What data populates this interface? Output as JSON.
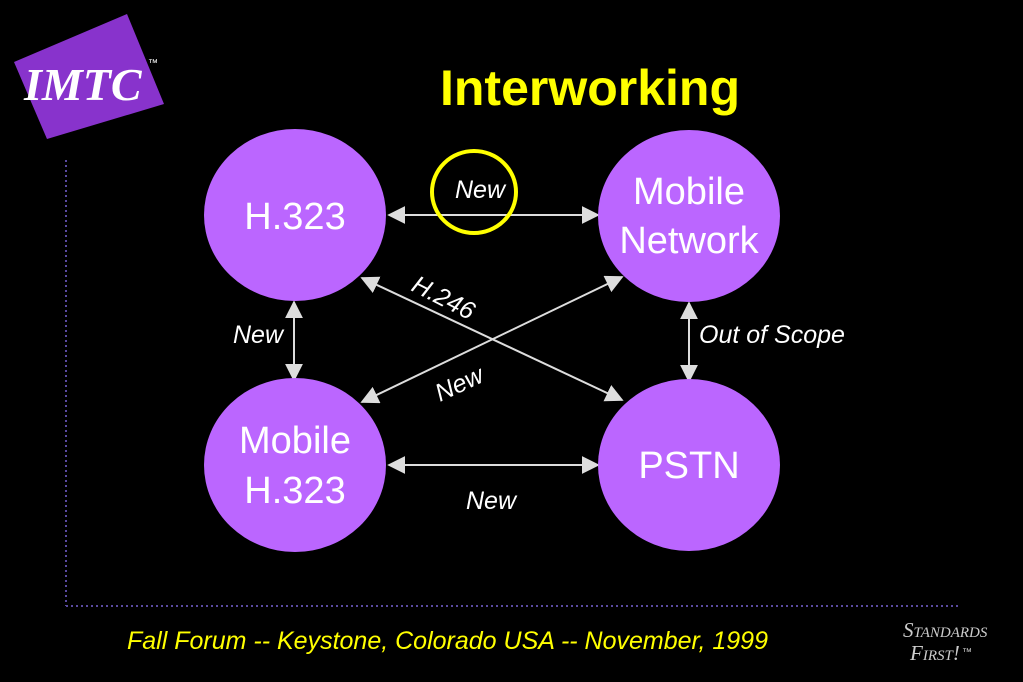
{
  "slide": {
    "title": "Interworking",
    "footer": "Fall Forum -- Keystone, Colorado USA -- November, 1999"
  },
  "logo": {
    "text": "IMTC",
    "tm": "™"
  },
  "badge": {
    "line1": "Standards",
    "line2": "First!",
    "tm": "™"
  },
  "nodes": {
    "h323": "H.323",
    "mobile_network": [
      "Mobile",
      "Network"
    ],
    "mobile_h323": [
      "Mobile",
      "H.323"
    ],
    "pstn": "PSTN"
  },
  "links": {
    "top": "New",
    "left": "New",
    "right": "Out of Scope",
    "diag_main": "H.246",
    "diag_secondary": "New",
    "bottom": "New"
  },
  "colors": {
    "background": "#000000",
    "node_fill": "#bb66ff",
    "node_text": "#ffffff",
    "title": "#ffff00",
    "footer": "#ffff00",
    "highlight_ring": "#ffff00",
    "arrow": "#dddddd",
    "logo_bg": "#8833cc"
  }
}
